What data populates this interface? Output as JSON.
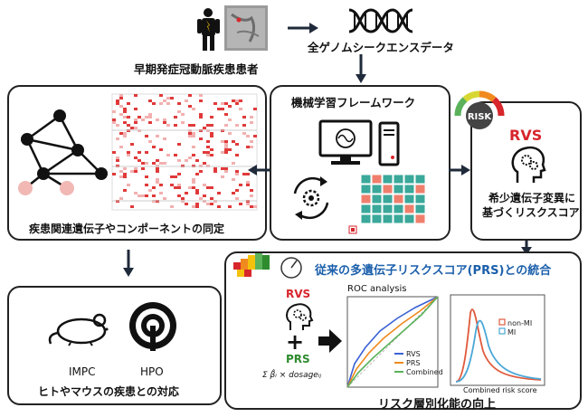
{
  "top": {
    "patient_label": "早期発症冠動脈疾患患者",
    "wgs_label": "全ゲノムシークエンスデータ"
  },
  "ml_box": {
    "title": "機械学習フレームワーク"
  },
  "left_box": {
    "caption": "疾患関連遺伝子やコンポーネントの同定"
  },
  "rvs_box": {
    "gauge_label": "RISK",
    "acronym": "RVS",
    "caption_line1": "希少遺伝子変異に",
    "caption_line2": "基づくリスクスコア"
  },
  "species_box": {
    "impc_label": "IMPC",
    "hpo_label": "HPO",
    "caption": "ヒトやマウスの疾患との対応"
  },
  "integration_box": {
    "title": "従来の多遺伝子リスクスコア(PRS)との統合",
    "rvs_label": "RVS",
    "plus_sign": "+",
    "prs_label": "PRS",
    "formula": "Σ β̂ᵢ × dosageᵢⱼ",
    "caption": "リスク層別化能の向上",
    "roc": {
      "title": "ROC analysis",
      "legend": [
        "RVS",
        "PRS",
        "Combined"
      ]
    },
    "density": {
      "xlabel": "Combined risk score",
      "legend": [
        "non-MI",
        "MI"
      ]
    }
  },
  "colors": {
    "accent_red": "#d7262c",
    "prs_green": "#2e8b2e",
    "title_blue": "#1b5fab",
    "roc_blue": "#3b62d6",
    "roc_orange": "#f08a1e",
    "roc_green": "#5bb25b",
    "mi_blue": "#49a7d6",
    "nonmi_red": "#e0593b"
  }
}
